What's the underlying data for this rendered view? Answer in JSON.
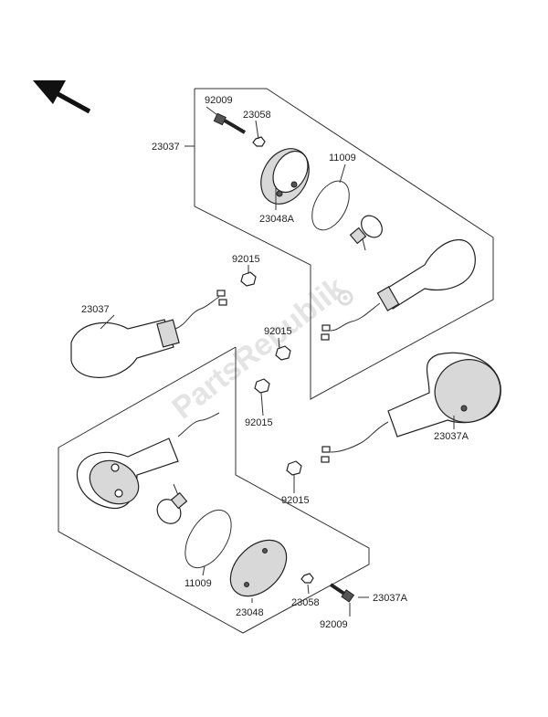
{
  "watermark": "PartsRepublik",
  "callouts": {
    "c_92009_top": "92009",
    "c_23058_top": "23058",
    "c_23037_top": "23037",
    "c_11009_top": "11009",
    "c_23048A": "23048A",
    "c_92015_a": "92015",
    "c_23037_left": "23037",
    "c_92015_b": "92015",
    "c_92015_c": "92015",
    "c_23037A_right": "23037A",
    "c_92015_d": "92015",
    "c_11009_bottom": "11009",
    "c_23048": "23048",
    "c_23058_bottom": "23058",
    "c_23037A_bottom": "23037A",
    "c_92009_bottom": "92009"
  },
  "icons": {
    "direction": "arrow-up-left-icon",
    "gear": "gear-icon"
  }
}
